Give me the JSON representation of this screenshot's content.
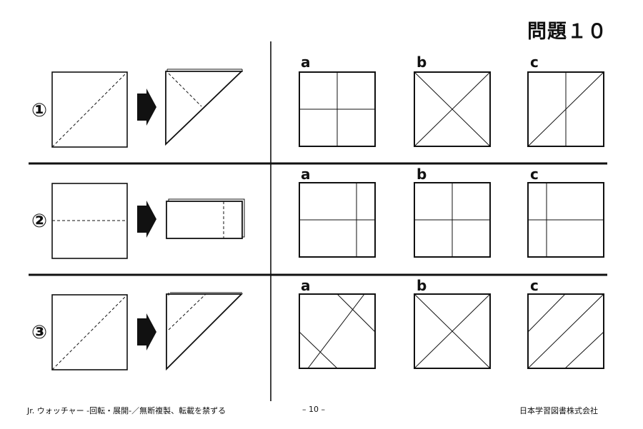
{
  "title": "問題１０",
  "rows": [
    {
      "number": "①",
      "options": [
        "a",
        "b",
        "c"
      ]
    },
    {
      "number": "②",
      "options": [
        "a",
        "b",
        "c"
      ]
    },
    {
      "number": "③",
      "options": [
        "a",
        "b",
        "c"
      ]
    }
  ],
  "footer": {
    "left": "Jr. ウォッチャー -回転・展開-／無断複製、転載を禁ずる",
    "center": "– 10 –",
    "right": "日本学習図書株式会社"
  }
}
